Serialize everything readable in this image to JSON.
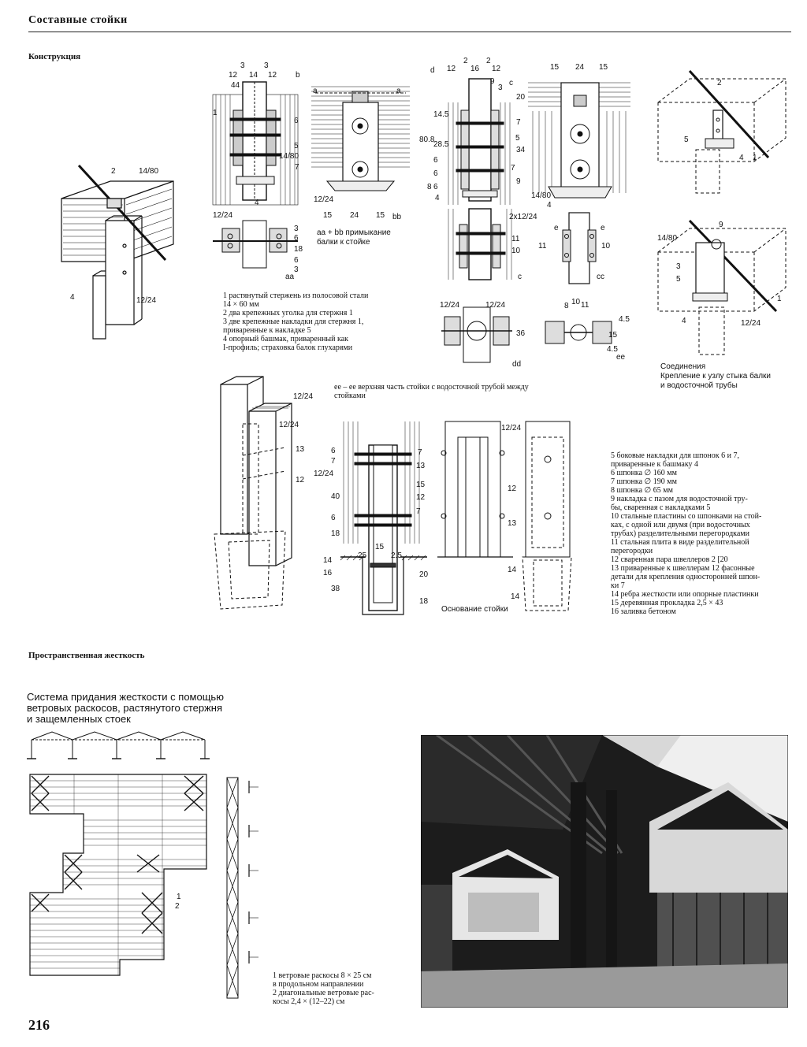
{
  "header": {
    "title": "Составные стойки"
  },
  "sections": {
    "construction": "Конструкция",
    "stiffness": "Пространственная жесткость"
  },
  "labels": {
    "iso_main": {
      "l2": "2",
      "l14_80": "14/80",
      "l4": "4",
      "l12_24": "12/24"
    },
    "dims_top": {
      "d3a": "3",
      "d3b": "3",
      "d12a": "12",
      "d14": "14",
      "d12b": "12",
      "b": "b",
      "d44": "44",
      "l1": "1",
      "l6": "6",
      "l5": "5",
      "l14_80": "14/80",
      "l7": "7",
      "l4": "4"
    },
    "dims_c": {
      "d2a": "2",
      "d2b": "2",
      "d12a": "12",
      "d16": "16",
      "d12b": "12",
      "d": "d",
      "d9": "9",
      "d3": "3",
      "c": "c",
      "d80_8": "80.8",
      "d14_5": "14.5",
      "d28_5": "28.5",
      "d6a": "6",
      "d6b": "6",
      "d8": "8",
      "l6": "6",
      "l5": "5",
      "l7": "7",
      "l4": "4"
    },
    "dims_right": {
      "d15a": "15",
      "d24": "24",
      "d15b": "15",
      "d20": "20",
      "d7": "7",
      "d34": "34",
      "d9": "9",
      "l14_80": "14/80",
      "l4": "4"
    },
    "aa": {
      "a1": "a",
      "a2": "a",
      "l12_24": "12/24",
      "d15a": "15",
      "d24": "24",
      "d15b": "15",
      "bb": "bb"
    },
    "sec_aa": {
      "l12_24": "12/24",
      "d3": "3",
      "d6": "6",
      "d18": "18",
      "d6b": "6",
      "d3b": "3",
      "aa": "aa"
    },
    "sec_c": {
      "d2x12_24": "2x12/24",
      "l11": "11",
      "l10": "10",
      "c": "c"
    },
    "sec_cc": {
      "e1": "e",
      "e2": "e",
      "l11": "11",
      "l10": "10",
      "cc": "cc"
    },
    "sec_dd": {
      "l12_24a": "12/24",
      "l12_24b": "12/24",
      "d36": "36",
      "dd": "dd"
    },
    "sec_ee": {
      "l8": "8",
      "l10": "10",
      "l11": "11",
      "d4_5a": "4.5",
      "d15": "15",
      "d4_5b": "4.5",
      "ee": "ee"
    },
    "iso_right1": {
      "l2": "2",
      "l5": "5",
      "l4": "4",
      "l1": "1"
    },
    "iso_right2": {
      "l9": "9",
      "l14_80": "14/80",
      "l3": "3",
      "l5": "5",
      "l4": "4",
      "l12_24": "12/24",
      "l1": "1"
    },
    "iso_column": {
      "l12_24a": "12/24",
      "l12_24b": "12/24",
      "l13": "13",
      "l12": "12"
    },
    "base_sec": {
      "d6": "6",
      "d7": "7",
      "l12_24": "12/24",
      "d40": "40",
      "d6b": "6",
      "d18": "18",
      "l7a": "7",
      "l13": "13",
      "l15": "15",
      "l12": "12",
      "l7b": "7",
      "d15": "15",
      "d25": "25",
      "d2_5": "2.5",
      "l14": "14",
      "l16": "16",
      "d38": "38",
      "d20": "20",
      "d18b": "18"
    },
    "base_elev": {
      "l12_24": "12/24",
      "l12": "12",
      "l13": "13",
      "l14a": "14",
      "l14b": "14"
    },
    "base_caption": "Основание стойки",
    "plan": {
      "l1": "1",
      "l2": "2"
    }
  },
  "captions": {
    "aa_bb": [
      "aa + bb  примыкание",
      "балки к стойке"
    ],
    "ee": [
      "ee – ee верхняя часть стойки с водосточной трубой между",
      "стойками"
    ],
    "connections": [
      "Соединения",
      "Крепление к узлу стыка балки",
      "и водосточной трубы"
    ],
    "stiffness_system": [
      "Система придания жесткости с помощью",
      "ветровых раскосов, растянутого стержня",
      "и защемленных стоек"
    ]
  },
  "legend1": [
    "1  растянутый стержень из полосовой стали",
    "14 × 60 мм",
    "  2  два крепежных уголка для стержня 1",
    "  3  две крепежные накладки для стержня 1,",
    "приваренные к накладке 5",
    "  4  опорный  башмак,  приваренный  как",
    "I-профиль; страховка балок глухарями"
  ],
  "legend2": [
    "5 боковые накладки для шпонок 6 и 7,",
    "приваренные к башмаку 4",
    "  6  шпонка ∅ 160 мм",
    "  7  шпонка ∅ 190 мм",
    "  8  шпонка ∅ 65 мм",
    "  9  накладка с пазом для водосточной тру-",
    "бы, сваренная с накладками 5",
    "10 стальные пластины со шпонками на стой-",
    "ках, с одной или двумя (при водосточных",
    "трубах) разделительными перегородками",
    "11 стальная плита в виде разделительной",
    "перегородки",
    "12 сваренная пара швеллеров 2 [20",
    "13 приваренные к швеллерам 12 фасонные",
    "детали для крепления односторонней шпон-",
    "ки 7",
    "14 ребра жесткости или опорные пластинки",
    "15 деревянная прокладка 2,5 × 43",
    "16 заливка  бетоном"
  ],
  "legend3": [
    "1  ветровые раскосы 8 × 25 см",
    "в продольном направлении",
    "2  диагональные ветровые рас-",
    "косы 2,4 × (12–22) см"
  ],
  "page_number": "216"
}
